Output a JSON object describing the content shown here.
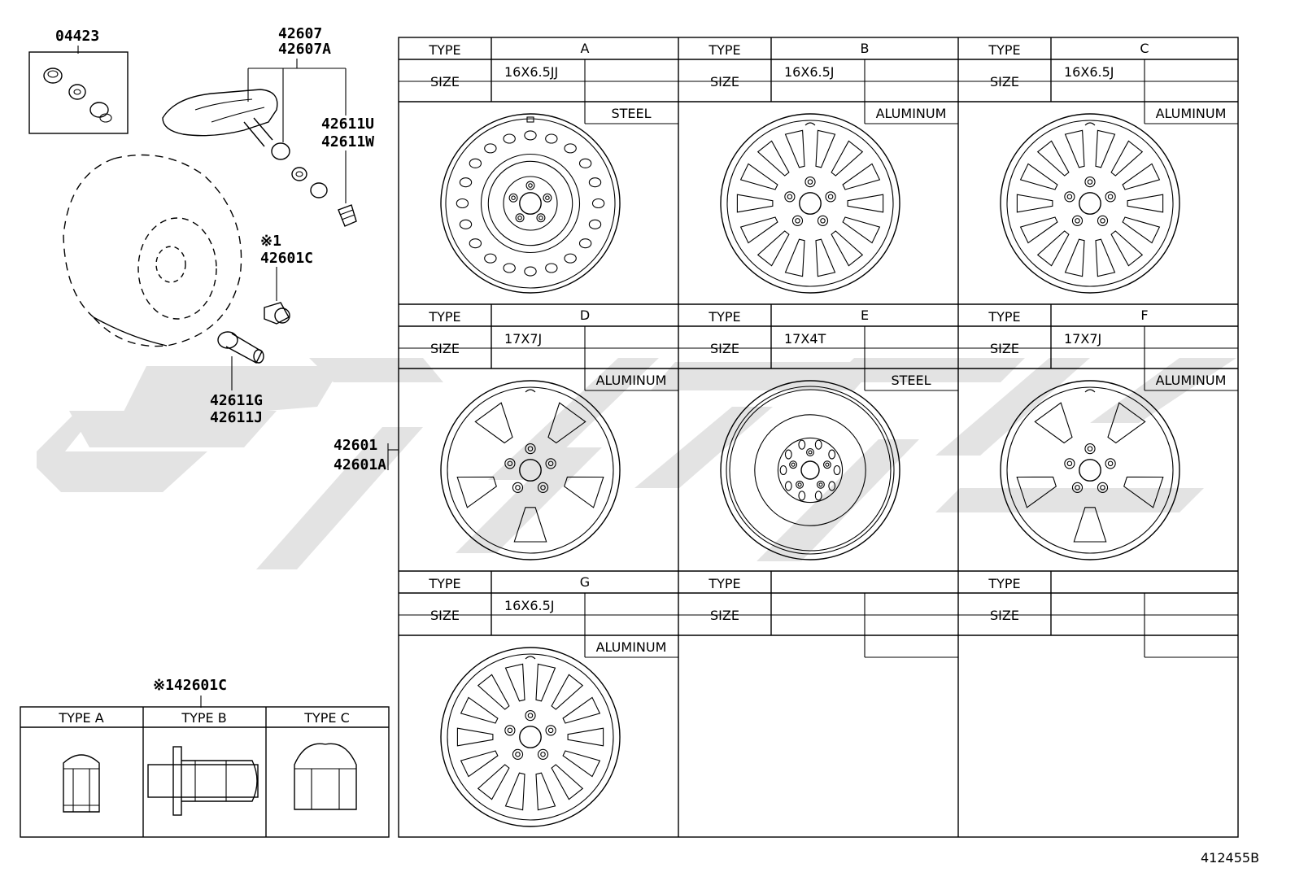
{
  "part_labels": {
    "p04423": "04423",
    "p42607": "42607",
    "p42607a": "42607A",
    "p42611u": "42611U",
    "p42611w": "42611W",
    "note1": "※1",
    "p42601c": "42601C",
    "p42611g": "42611G",
    "p42611j": "42611J",
    "p42601": "42601",
    "p42601a": "42601A"
  },
  "nut_table": {
    "title": "※142601C",
    "columns": [
      "TYPE A",
      "TYPE B",
      "TYPE C"
    ]
  },
  "wheel_grid": {
    "type_label": "TYPE",
    "size_label": "SIZE",
    "cells": [
      {
        "type": "A",
        "size": "16X6.5JJ",
        "material": "STEEL"
      },
      {
        "type": "B",
        "size": "16X6.5J",
        "material": "ALUMINUM"
      },
      {
        "type": "C",
        "size": "16X6.5J",
        "material": "ALUMINUM"
      },
      {
        "type": "D",
        "size": "17X7J",
        "material": "ALUMINUM"
      },
      {
        "type": "E",
        "size": "17X4T",
        "material": "STEEL"
      },
      {
        "type": "F",
        "size": "17X7J",
        "material": "ALUMINUM"
      },
      {
        "type": "G",
        "size": "16X6.5J",
        "material": "ALUMINUM"
      },
      {
        "type": "",
        "size": "",
        "material": ""
      },
      {
        "type": "",
        "size": "",
        "material": ""
      }
    ]
  },
  "diagram_code": "412455B"
}
